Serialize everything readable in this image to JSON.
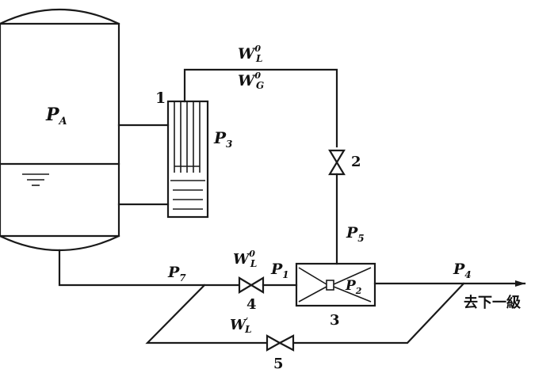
{
  "labels": {
    "PA": {
      "main": "P",
      "sub": "A"
    },
    "P3": {
      "main": "P",
      "sub": "3"
    },
    "P5": {
      "main": "P",
      "sub": "5"
    },
    "P7": {
      "main": "P",
      "sub": "7"
    },
    "P1": {
      "main": "P",
      "sub": "1"
    },
    "P2": {
      "main": "P",
      "sub": "2"
    },
    "P4": {
      "main": "P",
      "sub": "4"
    },
    "WL0": {
      "main": "W",
      "sub": "L",
      "sup": "0"
    },
    "WG0": {
      "main": "W",
      "sub": "G",
      "sup": "0"
    },
    "WL0b": {
      "main": "W",
      "sub": "L",
      "sup": "0"
    },
    "WLb": {
      "main": "W",
      "sub": "L",
      "sup": "′"
    }
  },
  "components": {
    "n1": "1",
    "n2": "2",
    "n3": "3",
    "n4": "4",
    "n5": "5"
  },
  "destination": "去下一級",
  "colors": {
    "line": "#1a1a1a",
    "background": "#ffffff"
  }
}
